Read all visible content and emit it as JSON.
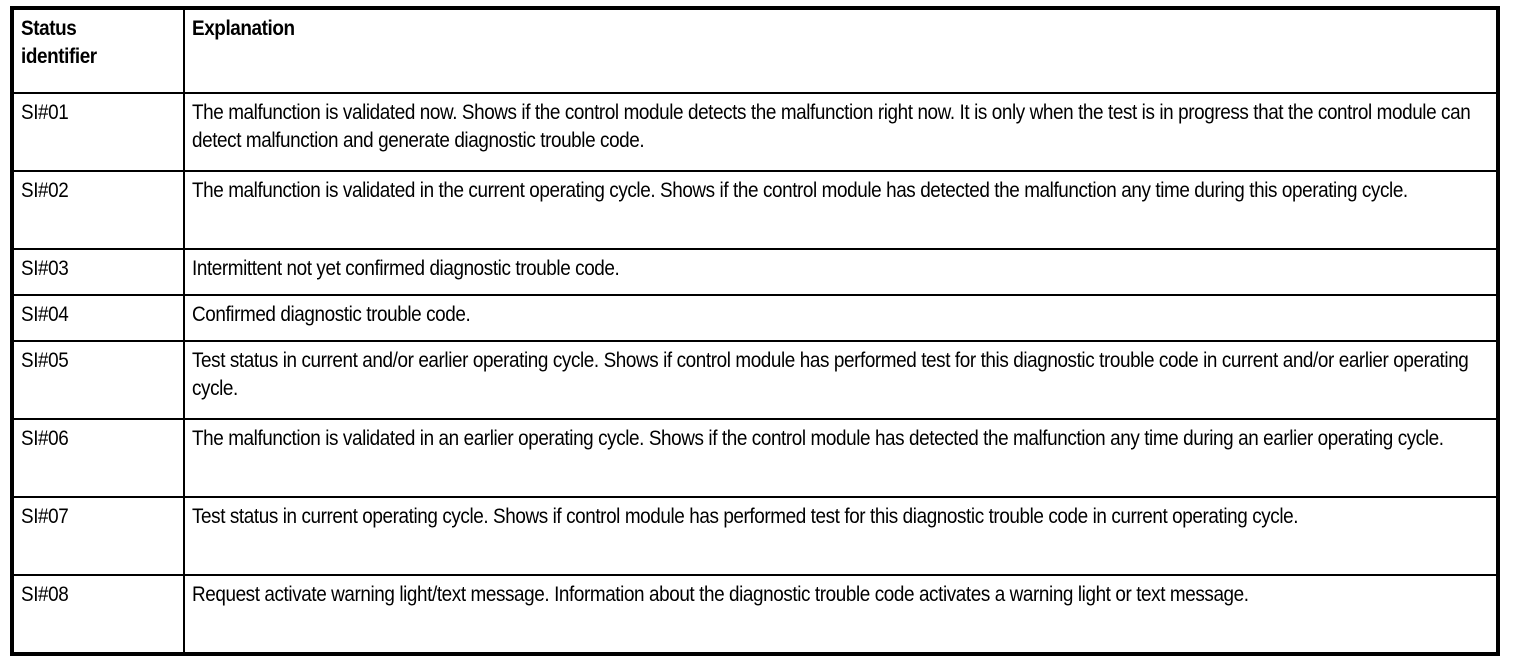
{
  "table": {
    "columns": [
      {
        "key": "identifier",
        "header": "Status\nidentifier"
      },
      {
        "key": "explanation",
        "header": "Explanation"
      }
    ],
    "rows": [
      {
        "identifier": "SI#01",
        "explanation": "The malfunction is validated now. Shows if the control module detects the malfunction right now. It is only when the test is in progress that the control module can detect malfunction and generate diagnostic trouble code."
      },
      {
        "identifier": "SI#02",
        "explanation": "The malfunction is validated in the current operating cycle. Shows if the control module has detected the malfunction any time during this operating cycle."
      },
      {
        "identifier": "SI#03",
        "explanation": "Intermittent not yet confirmed diagnostic trouble code."
      },
      {
        "identifier": "SI#04",
        "explanation": "Confirmed diagnostic trouble code."
      },
      {
        "identifier": "SI#05",
        "explanation": "Test status in current and/or earlier operating cycle. Shows if control module has performed test for this diagnostic trouble code in current and/or earlier operating cycle."
      },
      {
        "identifier": "SI#06",
        "explanation": "The malfunction is validated in an earlier operating cycle. Shows if the control module has detected the malfunction any time during an earlier operating cycle."
      },
      {
        "identifier": "SI#07",
        "explanation": "Test status in current operating cycle. Shows if control module has performed test for this diagnostic trouble code in current operating cycle."
      },
      {
        "identifier": "SI#08",
        "explanation": "Request activate warning light/text message. Information about the diagnostic trouble code activates a warning light or text message."
      }
    ]
  },
  "colors": {
    "border": "#000000",
    "text": "#000000",
    "background": "#ffffff"
  }
}
